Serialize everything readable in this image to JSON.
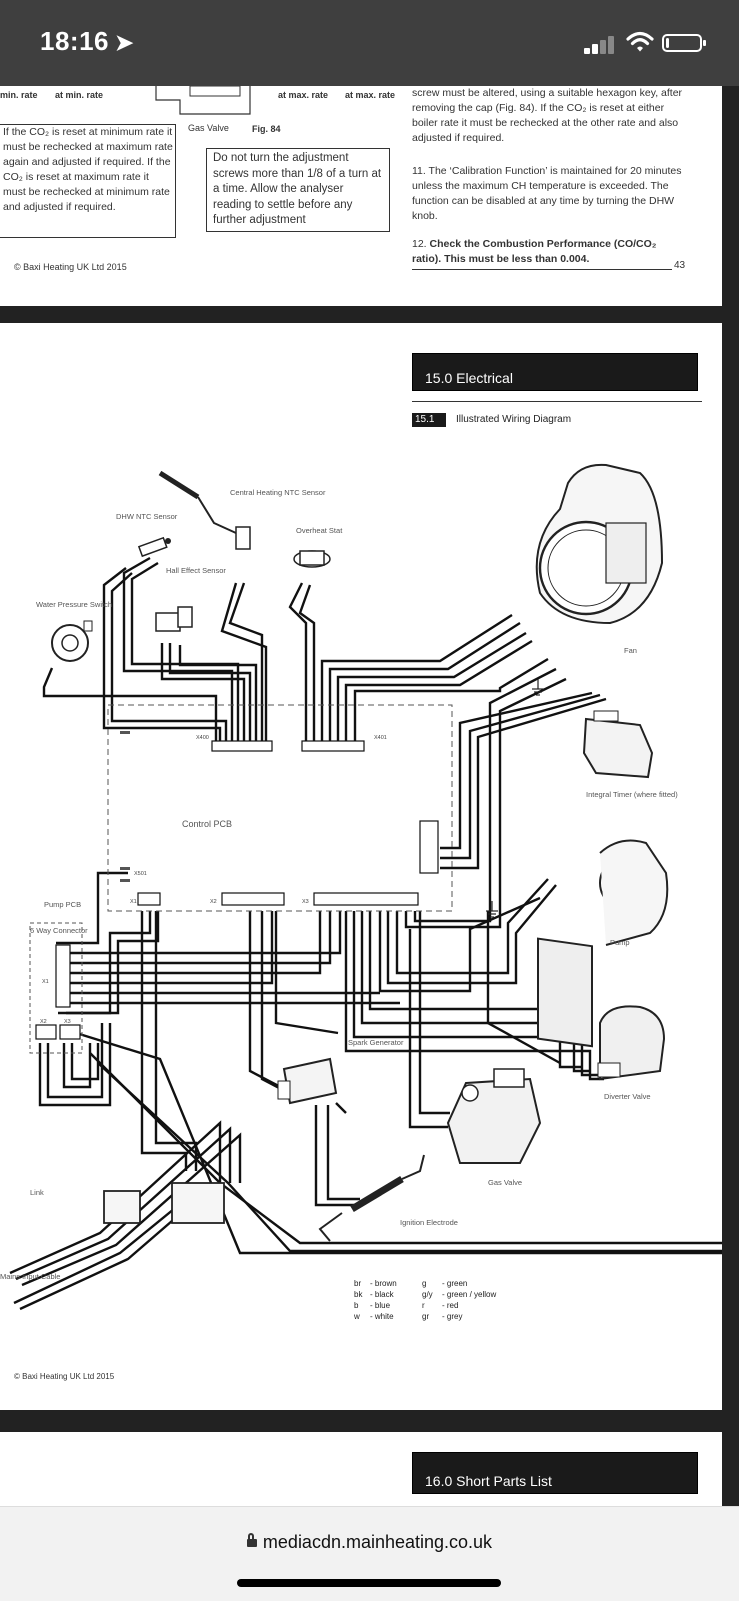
{
  "status_bar": {
    "time": "18:16",
    "location_icon": "location-arrow-icon",
    "signal_bars": 2,
    "battery_level": 0.1
  },
  "page1": {
    "top_left_a": "min. rate",
    "top_left_b": "at min. rate",
    "gas_valve": "Gas Valve",
    "fig": "Fig. 84",
    "at_max_rate_1": "at max. rate",
    "at_max_rate_2": "at max. rate",
    "box1": "If the CO₂ is reset at minimum rate it must be rechecked at maximum rate again and adjusted if required. If the CO₂ is reset at maximum rate it must be rechecked at minimum rate and adjusted if required.",
    "box2": "Do not turn the adjustment screws more than 1/8 of a turn at a time. Allow the analyser reading to settle before any further adjustment",
    "right_p1": "screw must be altered, using a suitable hexagon key, after removing the cap (Fig. 84). If the CO₂ is reset at either boiler rate it must be rechecked at the other rate and also adjusted if required.",
    "right_p2": "11. The ‘Calibration Function’ is maintained for 20 minutes unless the maximum CH temperature is exceeded. The function can be disabled at any time by turning the DHW knob.",
    "right_p3_a": "12. ",
    "right_p3_b": "Check the Combustion Performance (CO/CO₂ ratio). This must be less than 0.004.",
    "copyright": "© Baxi Heating UK Ltd 2015",
    "page_number": "43"
  },
  "page2": {
    "section_title": "15.0 Electrical",
    "sub_number": "15.1",
    "sub_title": "Illustrated Wiring Diagram",
    "labels": {
      "ch_sensor": "Central Heating NTC Sensor",
      "dhw_sensor": "DHW NTC Sensor",
      "overheat": "Overheat Stat",
      "hall": "Hall Effect Sensor",
      "water_pressure": "Water Pressure Switch",
      "fan": "Fan",
      "timer": "Integral Timer (where fitted)",
      "control_pcb": "Control PCB",
      "pump_pcb": "Pump PCB",
      "six_way": "6 Way Connector",
      "pump": "Pump",
      "spark": "Spark Generator",
      "gas_valve": "Gas Valve",
      "diverter": "Diverter Valve",
      "ignition": "Ignition Electrode",
      "link": "Link",
      "mains": "Mains Input Cable",
      "x400": "X400",
      "x401": "X401",
      "x501": "X501",
      "x1": "X1",
      "x2": "X2",
      "x3": "X3",
      "px1": "X1",
      "px2": "X2",
      "px3": "X3"
    },
    "legend": [
      {
        "code": "br",
        "name": "- brown"
      },
      {
        "code": "bk",
        "name": "- black"
      },
      {
        "code": "b",
        "name": "- blue"
      },
      {
        "code": "w",
        "name": "- white"
      },
      {
        "code": "g",
        "name": "- green"
      },
      {
        "code": "g/y",
        "name": "- green / yellow"
      },
      {
        "code": "r",
        "name": "- red"
      },
      {
        "code": "gr",
        "name": "- grey"
      }
    ],
    "copyright": "© Baxi Heating UK Ltd 2015"
  },
  "page3": {
    "section_title": "16.0 Short Parts List"
  },
  "browser": {
    "url": "mediacdn.mainheating.co.uk"
  }
}
